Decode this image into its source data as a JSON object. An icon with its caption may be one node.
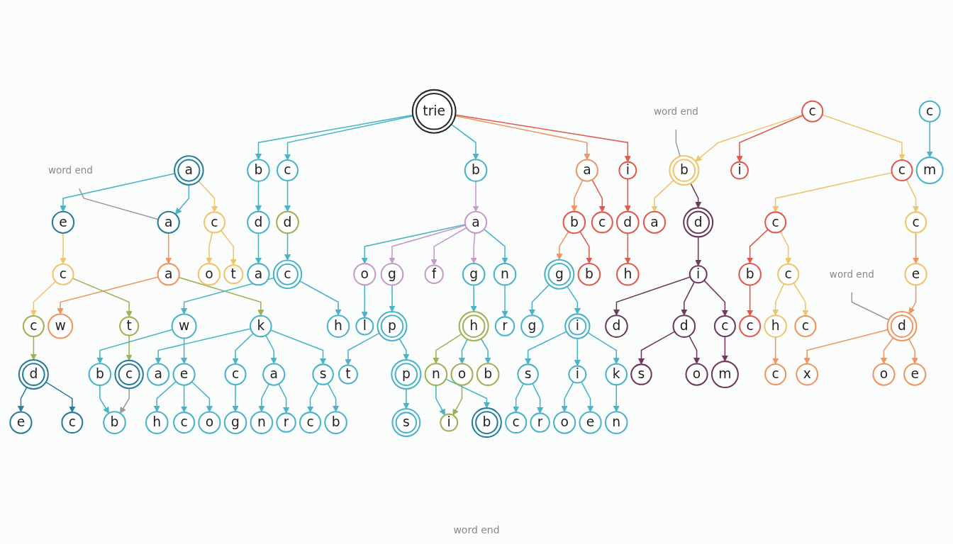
{
  "diagram": {
    "nodes": [
      {
        "text": [
          "trie"
        ]
      },
      {
        "text": [
          "a"
        ]
      },
      {
        "text": [
          "b"
        ]
      },
      {
        "text": [
          "c"
        ]
      },
      {
        "text": [
          "b"
        ]
      },
      {
        "text": [
          "a"
        ]
      },
      {
        "text": [
          "i"
        ]
      },
      {
        "text": [
          "c"
        ]
      },
      {
        "text": [
          "word end"
        ]
      },
      {
        "text": [
          "word end"
        ]
      },
      {
        "text": [
          "a"
        ]
      },
      {
        "text": [
          "e"
        ]
      },
      {
        "text": [
          "c"
        ]
      },
      {
        "text": [
          "d"
        ]
      },
      {
        "text": [
          "d"
        ]
      },
      {
        "text": [
          "a"
        ]
      },
      {
        "text": [
          "b"
        ]
      },
      {
        "text": [
          "c"
        ]
      },
      {
        "text": [
          "d"
        ]
      },
      {
        "text": [
          "b"
        ]
      },
      {
        "text": [
          "i"
        ]
      },
      {
        "text": [
          "c"
        ]
      },
      {
        "text": [
          "a"
        ]
      },
      {
        "text": [
          "c"
        ]
      },
      {
        "text": [
          "o"
        ]
      },
      {
        "text": [
          "t"
        ]
      },
      {
        "text": [
          "a"
        ]
      },
      {
        "text": [
          "c"
        ]
      },
      {
        "text": [
          "o"
        ]
      },
      {
        "text": [
          "g"
        ]
      },
      {
        "text": [
          "f"
        ]
      },
      {
        "text": [
          "g"
        ]
      },
      {
        "text": [
          "n"
        ]
      },
      {
        "text": [
          "g"
        ]
      },
      {
        "text": [
          "b"
        ]
      },
      {
        "text": [
          "h"
        ]
      },
      {
        "text": [
          "a"
        ]
      },
      {
        "text": [
          "d"
        ]
      },
      {
        "text": [
          "c"
        ]
      },
      {
        "text": [
          "c"
        ]
      },
      {
        "text": [
          "k"
        ]
      },
      {
        "text": [
          "w"
        ]
      },
      {
        "text": [
          "c"
        ]
      },
      {
        "text": [
          "t"
        ]
      },
      {
        "text": [
          "w"
        ]
      },
      {
        "text": [
          "h"
        ]
      },
      {
        "text": [
          "l"
        ]
      },
      {
        "text": [
          "p"
        ]
      },
      {
        "text": [
          "h"
        ]
      },
      {
        "text": [
          "r"
        ]
      },
      {
        "text": [
          "g"
        ]
      },
      {
        "text": [
          "i"
        ]
      },
      {
        "text": [
          "i"
        ]
      },
      {
        "text": [
          "b"
        ]
      },
      {
        "text": [
          "c"
        ]
      },
      {
        "text": [
          "e"
        ]
      },
      {
        "text": [
          "word end"
        ]
      },
      {
        "text": [
          "c"
        ]
      },
      {
        "text": [
          "a"
        ]
      },
      {
        "text": [
          "s"
        ]
      },
      {
        "text": [
          "a"
        ]
      },
      {
        "text": [
          "d"
        ]
      },
      {
        "text": [
          "c"
        ]
      },
      {
        "text": [
          "b"
        ]
      },
      {
        "text": [
          "e"
        ]
      },
      {
        "text": [
          "c"
        ]
      },
      {
        "text": [
          "t"
        ]
      },
      {
        "text": [
          "p"
        ]
      },
      {
        "text": [
          "o"
        ]
      },
      {
        "text": [
          "n"
        ]
      },
      {
        "text": [
          "b"
        ]
      },
      {
        "text": [
          "s"
        ]
      },
      {
        "text": [
          "i"
        ]
      },
      {
        "text": [
          "k"
        ]
      },
      {
        "text": [
          "d"
        ]
      },
      {
        "text": [
          "d"
        ]
      },
      {
        "text": [
          "c"
        ]
      },
      {
        "text": [
          "c"
        ]
      },
      {
        "text": [
          "h"
        ]
      },
      {
        "text": [
          "c"
        ]
      },
      {
        "text": [
          "d"
        ]
      },
      {
        "text": [
          "g"
        ]
      },
      {
        "text": [
          "n"
        ]
      },
      {
        "text": [
          "r"
        ]
      },
      {
        "text": [
          "c"
        ]
      },
      {
        "text": [
          "b"
        ]
      },
      {
        "text": [
          "e"
        ]
      },
      {
        "text": [
          "c"
        ]
      },
      {
        "text": [
          "b"
        ]
      },
      {
        "text": [
          "h"
        ]
      },
      {
        "text": [
          "c"
        ]
      },
      {
        "text": [
          "o"
        ]
      },
      {
        "text": [
          "m"
        ]
      },
      {
        "text": [
          "s"
        ]
      },
      {
        "text": [
          "i"
        ]
      },
      {
        "text": [
          "b"
        ]
      },
      {
        "text": [
          "c"
        ]
      },
      {
        "text": [
          "r"
        ]
      },
      {
        "text": [
          "o"
        ]
      },
      {
        "text": [
          "e"
        ]
      },
      {
        "text": [
          "n"
        ]
      },
      {
        "text": [
          "s"
        ]
      },
      {
        "text": [
          "o"
        ]
      },
      {
        "text": [
          "m"
        ]
      },
      {
        "text": [
          "c"
        ]
      },
      {
        "text": [
          "x"
        ]
      },
      {
        "text": [
          "o"
        ]
      },
      {
        "text": [
          "e"
        ]
      }
    ],
    "edges": [
      {
        "from": 0,
        "to": 2,
        "arrow": "to"
      },
      {
        "from": 0,
        "to": 3,
        "arrow": "to"
      },
      {
        "from": 0,
        "to": 4,
        "arrow": "to"
      },
      {
        "from": 0,
        "to": 5,
        "arrow": "to",
        "color": "#ee9560"
      },
      {
        "from": 0,
        "to": 6,
        "arrow": "to",
        "color": "#df5a4f"
      },
      {
        "from": 1,
        "to": 10,
        "arrow": "to"
      },
      {
        "from": 1,
        "to": 11,
        "arrow": "to"
      },
      {
        "from": 1,
        "to": 12,
        "arrow": "to",
        "color": "#f0c46a"
      },
      {
        "from": 2,
        "to": 13,
        "arrow": "to"
      },
      {
        "from": 3,
        "to": 14,
        "arrow": "to"
      },
      {
        "from": 8,
        "to": 10,
        "arrow": "none",
        "color": "#9a9a9a"
      },
      {
        "from": 4,
        "to": 15,
        "arrow": "to",
        "color": "#c49bc9"
      },
      {
        "from": 5,
        "to": 16,
        "arrow": "to",
        "color": "#ee9560"
      },
      {
        "from": 5,
        "to": 17,
        "arrow": "to",
        "color": "#df5a4f"
      },
      {
        "from": 6,
        "to": 18,
        "arrow": "to",
        "color": "#df5a4f"
      },
      {
        "from": 7,
        "to": 19,
        "arrow": "to",
        "color": "#f0c46a"
      },
      {
        "from": 7,
        "to": 20,
        "arrow": "to",
        "color": "#df5a4f"
      },
      {
        "from": 7,
        "to": 21,
        "arrow": "to",
        "color": "#f0c46a"
      },
      {
        "from": 9,
        "to": 19,
        "arrow": "none",
        "color": "#9a9a9a"
      },
      {
        "from": 10,
        "to": 22,
        "arrow": "to",
        "color": "#ee9560"
      },
      {
        "from": 11,
        "to": 23,
        "arrow": "to",
        "color": "#f0c46a"
      },
      {
        "from": 12,
        "to": 24,
        "arrow": "to",
        "color": "#f0c46a"
      },
      {
        "from": 12,
        "to": 25,
        "arrow": "to",
        "color": "#f0c46a"
      },
      {
        "from": 13,
        "to": 26,
        "arrow": "to"
      },
      {
        "from": 14,
        "to": 27,
        "arrow": "to"
      },
      {
        "from": 15,
        "to": 28,
        "arrow": "to"
      },
      {
        "from": 15,
        "to": 29,
        "arrow": "to",
        "color": "#c49bc9"
      },
      {
        "from": 15,
        "to": 30,
        "arrow": "to",
        "color": "#c49bc9"
      },
      {
        "from": 15,
        "to": 31,
        "arrow": "to",
        "color": "#c49bc9"
      },
      {
        "from": 15,
        "to": 32,
        "arrow": "to"
      },
      {
        "from": 16,
        "to": 33,
        "arrow": "to",
        "color": "#ee9560"
      },
      {
        "from": 16,
        "to": 34,
        "arrow": "to",
        "color": "#df5a4f"
      },
      {
        "from": 18,
        "to": 35,
        "arrow": "to",
        "color": "#df5a4f"
      },
      {
        "from": 19,
        "to": 36,
        "arrow": "to",
        "color": "#f0c46a"
      },
      {
        "from": 19,
        "to": 37,
        "arrow": "to",
        "color": "#6d3a5d"
      },
      {
        "from": 21,
        "to": 38,
        "arrow": "to",
        "color": "#f0c46a"
      },
      {
        "from": 21,
        "to": 39,
        "arrow": "to",
        "color": "#f0c46a"
      },
      {
        "from": 22,
        "to": 40,
        "arrow": "to",
        "color": "#9db255"
      },
      {
        "from": 22,
        "to": 41,
        "arrow": "to",
        "color": "#ee9560"
      },
      {
        "from": 23,
        "to": 42,
        "arrow": "to",
        "color": "#f0c46a"
      },
      {
        "from": 23,
        "to": 43,
        "arrow": "to",
        "color": "#9db255"
      },
      {
        "from": 27,
        "to": 44,
        "arrow": "to"
      },
      {
        "from": 27,
        "to": 45,
        "arrow": "to"
      },
      {
        "from": 28,
        "to": 46,
        "arrow": "to"
      },
      {
        "from": 29,
        "to": 47,
        "arrow": "to"
      },
      {
        "from": 31,
        "to": 48,
        "arrow": "to"
      },
      {
        "from": 32,
        "to": 49,
        "arrow": "to"
      },
      {
        "from": 33,
        "to": 50,
        "arrow": "to"
      },
      {
        "from": 33,
        "to": 51,
        "arrow": "to"
      },
      {
        "from": 37,
        "to": 52,
        "arrow": "to",
        "color": "#6d3a5d"
      },
      {
        "from": 38,
        "to": 53,
        "arrow": "to",
        "color": "#df5a4f"
      },
      {
        "from": 38,
        "to": 54,
        "arrow": "to",
        "color": "#f0c46a"
      },
      {
        "from": 39,
        "to": 55,
        "arrow": "to",
        "color": "#ee9560"
      },
      {
        "from": 40,
        "to": 57,
        "arrow": "to"
      },
      {
        "from": 40,
        "to": 58,
        "arrow": "to"
      },
      {
        "from": 40,
        "to": 59,
        "arrow": "to"
      },
      {
        "from": 40,
        "to": 60,
        "arrow": "to"
      },
      {
        "from": 42,
        "to": 61,
        "arrow": "to",
        "color": "#9db255"
      },
      {
        "from": 43,
        "to": 62,
        "arrow": "to",
        "color": "#9db255"
      },
      {
        "from": 44,
        "to": 63,
        "arrow": "to"
      },
      {
        "from": 44,
        "to": 64,
        "arrow": "to"
      },
      {
        "from": 47,
        "to": 66,
        "arrow": "to"
      },
      {
        "from": 47,
        "to": 67,
        "arrow": "to"
      },
      {
        "from": 48,
        "to": 68,
        "arrow": "to"
      },
      {
        "from": 48,
        "to": 69,
        "arrow": "to",
        "color": "#9db255"
      },
      {
        "from": 48,
        "to": 70,
        "arrow": "to"
      },
      {
        "from": 51,
        "to": 71,
        "arrow": "to"
      },
      {
        "from": 51,
        "to": 72,
        "arrow": "to"
      },
      {
        "from": 51,
        "to": 73,
        "arrow": "to"
      },
      {
        "from": 52,
        "to": 74,
        "arrow": "to",
        "color": "#6d3a5d"
      },
      {
        "from": 52,
        "to": 75,
        "arrow": "to",
        "color": "#6d3a5d"
      },
      {
        "from": 52,
        "to": 76,
        "arrow": "to",
        "color": "#6d3a5d"
      },
      {
        "from": 53,
        "to": 77,
        "arrow": "to",
        "color": "#df5a4f"
      },
      {
        "from": 54,
        "to": 78,
        "arrow": "to",
        "color": "#f0c46a"
      },
      {
        "from": 54,
        "to": 79,
        "arrow": "to",
        "color": "#f0c46a"
      },
      {
        "from": 55,
        "to": 80,
        "arrow": "to",
        "color": "#ee9560"
      },
      {
        "from": 56,
        "to": 80,
        "arrow": "none",
        "color": "#9a9a9a"
      },
      {
        "from": 57,
        "to": 81,
        "arrow": "to"
      },
      {
        "from": 58,
        "to": 82,
        "arrow": "to"
      },
      {
        "from": 58,
        "to": 83,
        "arrow": "to"
      },
      {
        "from": 59,
        "to": 84,
        "arrow": "to"
      },
      {
        "from": 59,
        "to": 85,
        "arrow": "to"
      },
      {
        "from": 61,
        "to": 86,
        "arrow": "to",
        "color": "#2a7d99"
      },
      {
        "from": 61,
        "to": 87,
        "arrow": "to",
        "color": "#2a7d99"
      },
      {
        "from": 62,
        "to": 88,
        "arrow": "to",
        "color": "#9a9a9a"
      },
      {
        "from": 63,
        "to": 88,
        "arrow": "to"
      },
      {
        "from": 64,
        "to": 89,
        "arrow": "to"
      },
      {
        "from": 64,
        "to": 90,
        "arrow": "to"
      },
      {
        "from": 64,
        "to": 91,
        "arrow": "to"
      },
      {
        "from": 65,
        "to": 92,
        "arrow": "to"
      },
      {
        "from": 67,
        "to": 93,
        "arrow": "to"
      },
      {
        "from": 68,
        "to": 94,
        "arrow": "to",
        "color": "#9db255"
      },
      {
        "from": 69,
        "to": 94,
        "arrow": "to"
      },
      {
        "from": 69,
        "to": 95,
        "arrow": "to"
      },
      {
        "from": 71,
        "to": 96,
        "arrow": "to"
      },
      {
        "from": 71,
        "to": 97,
        "arrow": "to"
      },
      {
        "from": 72,
        "to": 98,
        "arrow": "to"
      },
      {
        "from": 72,
        "to": 99,
        "arrow": "to"
      },
      {
        "from": 73,
        "to": 100,
        "arrow": "to"
      },
      {
        "from": 75,
        "to": 101,
        "arrow": "to",
        "color": "#6d3a5d"
      },
      {
        "from": 75,
        "to": 102,
        "arrow": "to",
        "color": "#6d3a5d"
      },
      {
        "from": 76,
        "to": 103,
        "arrow": "to",
        "color": "#6d3a5d"
      },
      {
        "from": 78,
        "to": 104,
        "arrow": "to",
        "color": "#ee9560"
      },
      {
        "from": 80,
        "to": 105,
        "arrow": "to",
        "color": "#ee9560"
      },
      {
        "from": 80,
        "to": 106,
        "arrow": "to",
        "color": "#ee9560"
      },
      {
        "from": 80,
        "to": 107,
        "arrow": "to",
        "color": "#ee9560"
      }
    ],
    "labels": [
      "word end"
    ]
  }
}
